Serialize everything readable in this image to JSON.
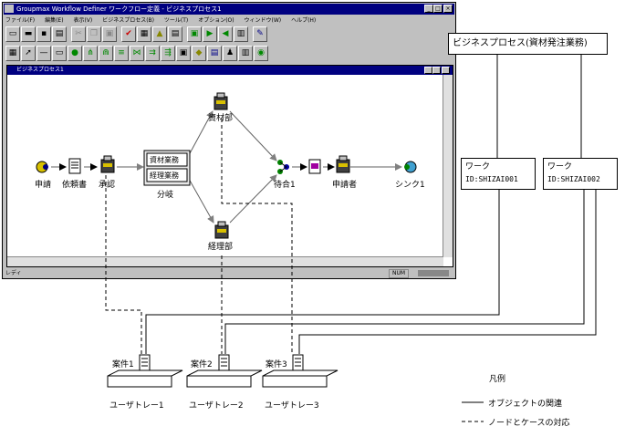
{
  "window": {
    "title": "Groupmax Workflow Definer ワークフロー定義 - ビジネスプロセス1",
    "menu": [
      "ファイル(F)",
      "編集(E)",
      "表示(V)",
      "ビジネスプロセス(B)",
      "ツール(T)",
      "オプション(O)",
      "ウィンドウ(W)",
      "ヘルプ(H)"
    ],
    "child_title": "ビジネスプロセス1",
    "status_ready": "レディ",
    "status_num": "NUM"
  },
  "nodes": {
    "shinsei": "申請",
    "iraisho": "依頼書",
    "shonin": "承認",
    "bunki": "分岐",
    "bunki_items": [
      "資材業務",
      "経理業務"
    ],
    "shizaibu": "資材部",
    "keiribu": "経理部",
    "machiai": "待合1",
    "shinseisha": "申請者",
    "sink": "シンク1"
  },
  "callouts": {
    "business_process": "ビジネスプロセス(資材発注業務)",
    "work1_title": "ワーク",
    "work1_id": "ID:SHIZAI001",
    "work2_title": "ワーク",
    "work2_id": "ID:SHIZAI002"
  },
  "cases": [
    "案件1",
    "案件2",
    "案件3"
  ],
  "trays": [
    "ユーザトレー1",
    "ユーザトレー2",
    "ユーザトレー3"
  ],
  "legend": {
    "title": "凡例",
    "solid": "オブジェクトの関連",
    "dashed": "ノードとケースの対応"
  }
}
